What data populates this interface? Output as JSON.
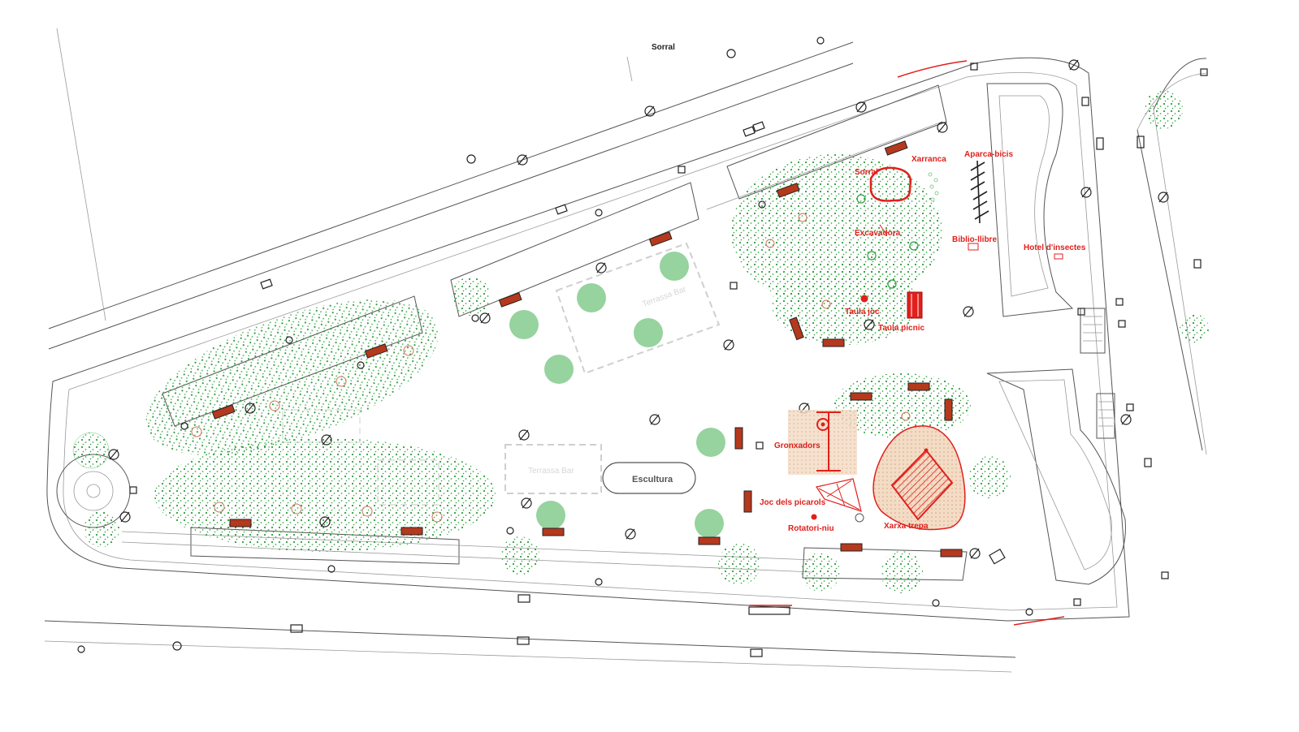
{
  "labels": {
    "sorral_street": "Sorral",
    "xarranca": "Xarranca",
    "aparca_bicis": "Aparca-bicis",
    "sorral": "Sorral",
    "excavadora": "Excavadora",
    "biblio_llibre": "Biblio-llibre",
    "hotel_insectes": "Hotel d'insectes",
    "taula_joc": "Taula joc",
    "taula_picnic": "Taula picnic",
    "terrassa_bar_1": "Terrassa Bar",
    "terrassa_bar_2": "Terrassa Bar",
    "escultura": "Escultura",
    "gronxadors": "Gronxadors",
    "joc_picarols": "Joc dels picarols",
    "rotatori_niu": "Rotatori-niu",
    "xarxa_trepa": "Xarxa trepa"
  },
  "colors": {
    "play_equipment": "#e0201c",
    "vegetation": "#2e9e3e",
    "bench": "#b5391d",
    "rubber_floor": "#e8b98f",
    "lines": "#555555"
  }
}
